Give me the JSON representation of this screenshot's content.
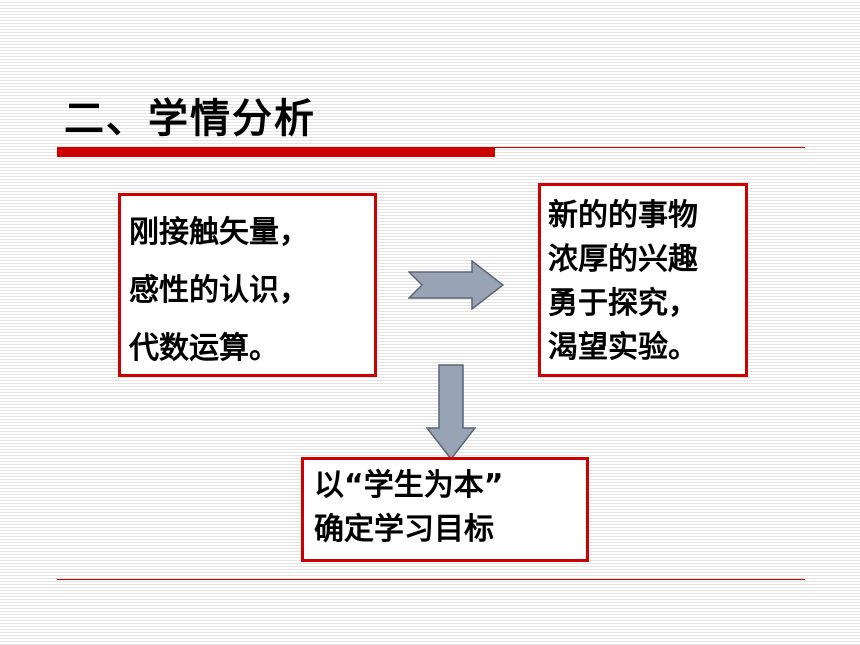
{
  "slide": {
    "title": "二、学情分析"
  },
  "boxes": {
    "current_state": {
      "lines": [
        "刚接触矢量，",
        "感性的认识，",
        "代数运算。"
      ]
    },
    "student_traits": {
      "lines": [
        "新的的事物",
        "浓厚的兴趣",
        "勇于探究，",
        "渴望实验。"
      ]
    },
    "conclusion": {
      "lines": [
        "以“学生为本”",
        "确定学习目标"
      ]
    }
  },
  "colors": {
    "accent": "#cc0000",
    "arrow_fill": "#98a4b6",
    "arrow_stroke": "#5a6473"
  },
  "icons": {
    "right_arrow": "arrow-right-icon",
    "down_arrow": "arrow-down-icon"
  }
}
